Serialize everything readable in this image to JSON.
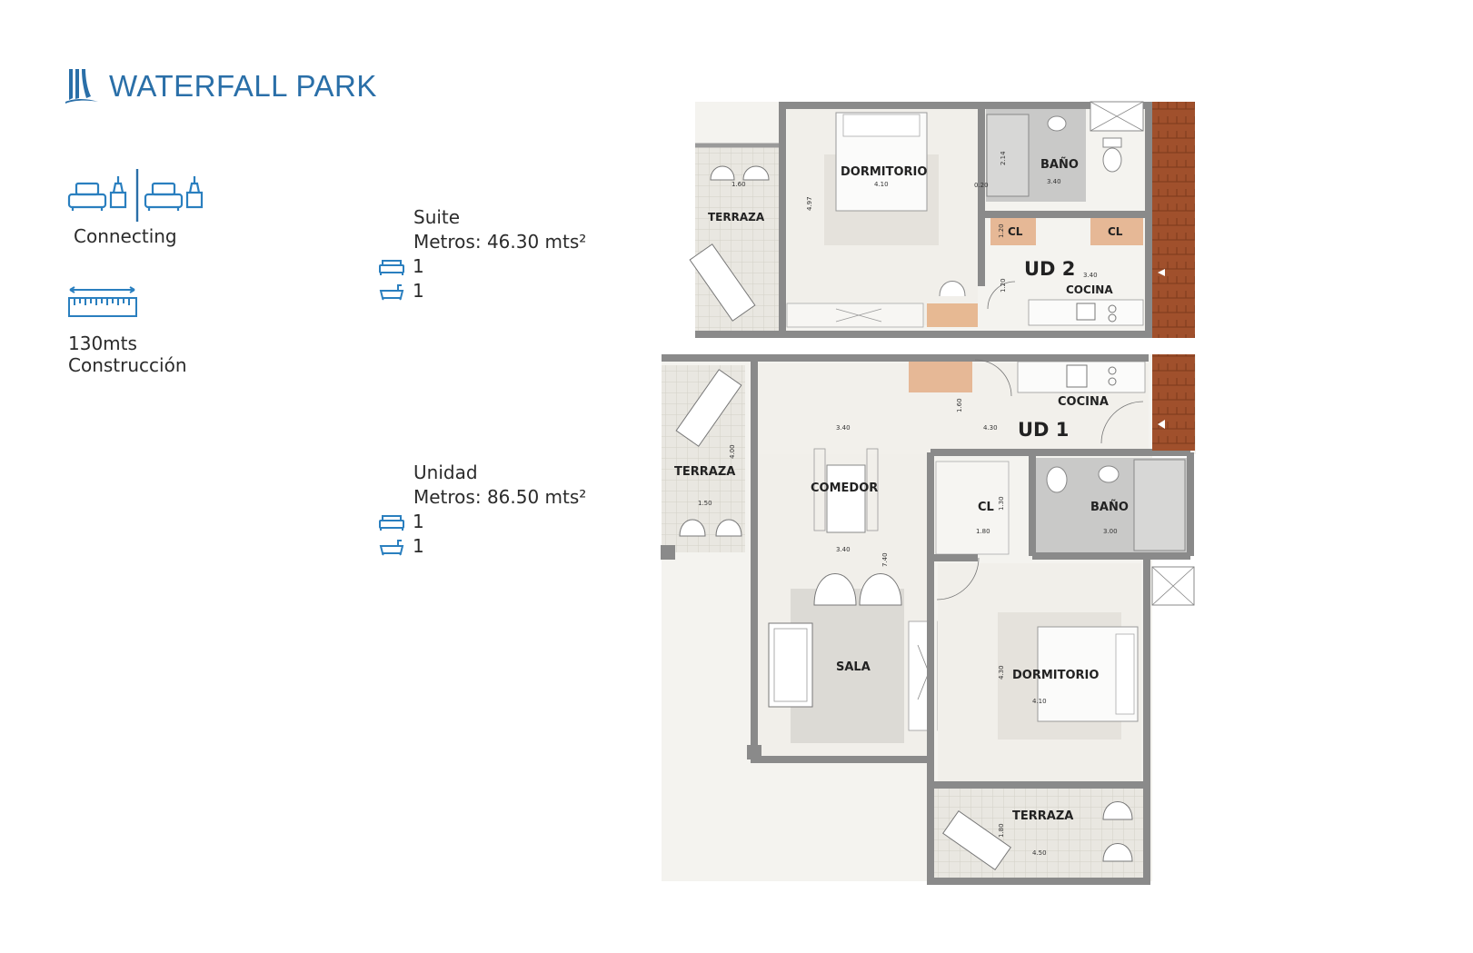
{
  "brand": {
    "name": "WATERFALL PARK",
    "color": "#2a6fa8",
    "icon": "waterfall-logo-icon"
  },
  "features": {
    "room_type": {
      "icon": "connecting-rooms-icon",
      "label": "Connecting"
    },
    "area": {
      "icon": "ruler-icon",
      "value": "130mts",
      "label": "Construcción"
    }
  },
  "units": {
    "suite": {
      "name": "Suite",
      "area": "Metros: 46.30 mts²",
      "beds": "1",
      "baths": "1"
    },
    "unidad": {
      "name": "Unidad",
      "area": "Metros: 86.50 mts²",
      "beds": "1",
      "baths": "1"
    }
  },
  "floorplan": {
    "ud2": {
      "unit_label": "UD 2",
      "rooms": {
        "terraza": "TERRAZA",
        "dormitorio": "DORMITORIO",
        "bano": "BAÑO",
        "cl1": "CL",
        "cl2": "CL",
        "cocina": "COCINA"
      },
      "dims": [
        "1.60",
        "4.10",
        "4.97",
        "0.20",
        "2.14",
        "3.40",
        "1.20",
        "3.40",
        "1.20"
      ]
    },
    "ud1": {
      "unit_label": "UD 1",
      "rooms": {
        "terraza_w": "TERRAZA",
        "comedor": "COMEDOR",
        "sala": "SALA",
        "cocina": "COCINA",
        "cl": "CL",
        "bano": "BAÑO",
        "dormitorio": "DORMITORIO",
        "terraza_s": "TERRAZA"
      },
      "dims": [
        "3.40",
        "1.60",
        "4.30",
        "4.00",
        "1.50",
        "3.40",
        "7.40",
        "1.30",
        "1.80",
        "3.00",
        "4.30",
        "4.10",
        "1.80",
        "4.50"
      ]
    }
  }
}
